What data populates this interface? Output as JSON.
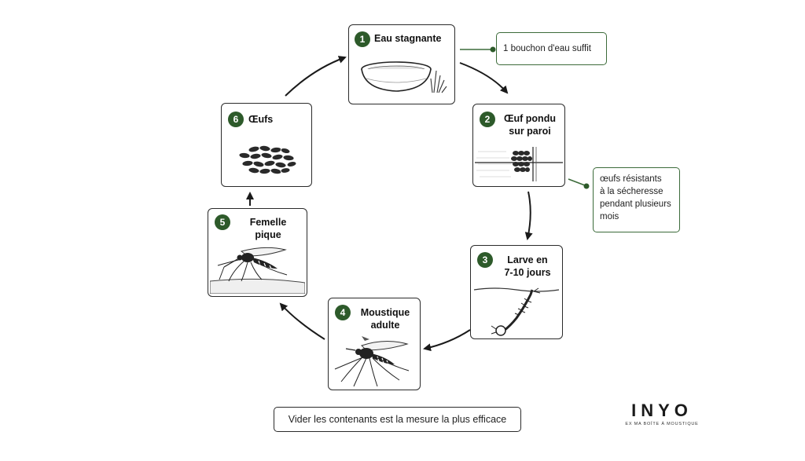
{
  "steps": [
    {
      "number": "1",
      "title_lines": [
        "Eau stagnante"
      ],
      "icon": "bowl-of-water-icon"
    },
    {
      "number": "2",
      "title_lines": [
        "Œuf pondu",
        "sur paroi"
      ],
      "icon": "eggs-on-wall-icon"
    },
    {
      "number": "3",
      "title_lines": [
        "Larve en",
        "7-10 jours"
      ],
      "icon": "larva-icon"
    },
    {
      "number": "4",
      "title_lines": [
        "Moustique",
        "adulte"
      ],
      "icon": "mosquito-icon"
    },
    {
      "number": "5",
      "title_lines": [
        "Femelle",
        "pique"
      ],
      "icon": "mosquito-biting-icon"
    },
    {
      "number": "6",
      "title_lines": [
        "Œufs"
      ],
      "icon": "eggs-cluster-icon"
    }
  ],
  "notes": {
    "bottle_cap": "1 bouchon d'eau suffit",
    "resistant_lines": [
      "œufs résistants",
      "à la sécheresse",
      "pendant plusieurs",
      "mois"
    ]
  },
  "banner": "Vider les contenants est la mesure la plus efficace",
  "brand": {
    "logo": "INYO",
    "tagline": "EX MA BOÎTE À MOUSTIQUE"
  },
  "colors": {
    "badge": "#2d5a2a",
    "note_border": "#3c6b3a",
    "line": "#2b2b2b"
  }
}
